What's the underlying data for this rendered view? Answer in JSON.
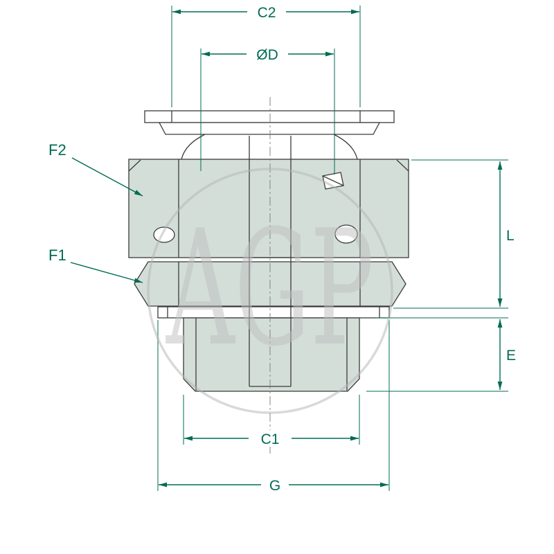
{
  "colors": {
    "dimension_accent": "#006b54",
    "drawing_outline": "#3a3a3a",
    "body_fill": "#d3ded8",
    "watermark_gray": "#bfbfbf",
    "background": "#ffffff"
  },
  "watermark": {
    "text": "AGP"
  },
  "dimensions": {
    "c2": {
      "label": "C2"
    },
    "od": {
      "label": "ØD"
    },
    "f2": {
      "label": "F2"
    },
    "f1": {
      "label": "F1"
    },
    "l": {
      "label": "L"
    },
    "e": {
      "label": "E"
    },
    "c1": {
      "label": "C1"
    },
    "g": {
      "label": "G"
    }
  }
}
